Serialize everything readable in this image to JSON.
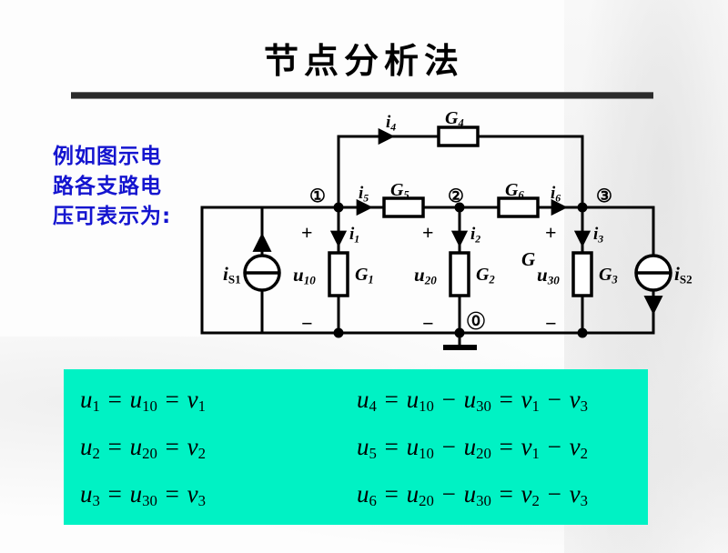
{
  "slide": {
    "title": "节点分析法",
    "note_lines": [
      "例如图示电",
      "路各支路电",
      "压可表示为:"
    ],
    "note_color": "#1414cf",
    "panel_color": "#00f2c4"
  },
  "circuit": {
    "sources": [
      {
        "name": "source-left",
        "label_i": "i",
        "label_sub": "S1",
        "direction": "up"
      },
      {
        "name": "source-right",
        "label_i": "i",
        "label_sub": "S2",
        "direction": "down"
      }
    ],
    "nodes": [
      {
        "id": "1",
        "glyph": "①"
      },
      {
        "id": "2",
        "glyph": "②"
      },
      {
        "id": "3",
        "glyph": "③"
      },
      {
        "id": "0",
        "glyph": "⓪"
      }
    ],
    "conductances": [
      "G₁",
      "G₂",
      "G₃",
      "G₄",
      "G₅",
      "G₆"
    ],
    "conductance_labels": [
      {
        "base": "G",
        "sub": "1"
      },
      {
        "base": "G",
        "sub": "2"
      },
      {
        "base": "G",
        "sub": "3"
      },
      {
        "base": "G",
        "sub": "4"
      },
      {
        "base": "G",
        "sub": "5"
      },
      {
        "base": "G",
        "sub": "6"
      }
    ],
    "currents": [
      {
        "base": "i",
        "sub": "1"
      },
      {
        "base": "i",
        "sub": "2"
      },
      {
        "base": "i",
        "sub": "3"
      },
      {
        "base": "i",
        "sub": "4"
      },
      {
        "base": "i",
        "sub": "5"
      },
      {
        "base": "i",
        "sub": "6"
      }
    ],
    "voltages": [
      {
        "base": "u",
        "sub": "10"
      },
      {
        "base": "u",
        "sub": "20"
      },
      {
        "base": "u",
        "sub": "30"
      }
    ],
    "polarity_plus": "+",
    "polarity_minus": "−",
    "loose_label": "G"
  },
  "equations": {
    "left": [
      {
        "lhs": "u",
        "lhs_sub": "1",
        "mid": "u",
        "mid_sub": "10",
        "rhs": "v",
        "rhs_sub": "1"
      },
      {
        "lhs": "u",
        "lhs_sub": "2",
        "mid": "u",
        "mid_sub": "20",
        "rhs": "v",
        "rhs_sub": "2"
      },
      {
        "lhs": "u",
        "lhs_sub": "3",
        "mid": "u",
        "mid_sub": "30",
        "rhs": "v",
        "rhs_sub": "3"
      }
    ],
    "left_text": [
      "u₁ = u₁₀ = v₁",
      "u₂ = u₂₀ = v₂",
      "u₃ = u₃₀ = v₃"
    ],
    "right_text": [
      "u₄ = u₁₀ − u₃₀ = v₁ − v₃",
      "u₅ = u₁₀ − u₂₀ = v₁ − v₂",
      "u₆ = u₂₀ − u₃₀ = v₂ − v₃"
    ],
    "right": [
      {
        "lhs": "u",
        "lhs_sub": "4",
        "a": "u",
        "a_sub": "10",
        "b": "u",
        "b_sub": "30",
        "c": "v",
        "c_sub": "1",
        "d": "v",
        "d_sub": "3"
      },
      {
        "lhs": "u",
        "lhs_sub": "5",
        "a": "u",
        "a_sub": "10",
        "b": "u",
        "b_sub": "20",
        "c": "v",
        "c_sub": "1",
        "d": "v",
        "d_sub": "2"
      },
      {
        "lhs": "u",
        "lhs_sub": "6",
        "a": "u",
        "a_sub": "20",
        "b": "u",
        "b_sub": "30",
        "c": "v",
        "c_sub": "2",
        "d": "v",
        "d_sub": "3"
      }
    ]
  }
}
